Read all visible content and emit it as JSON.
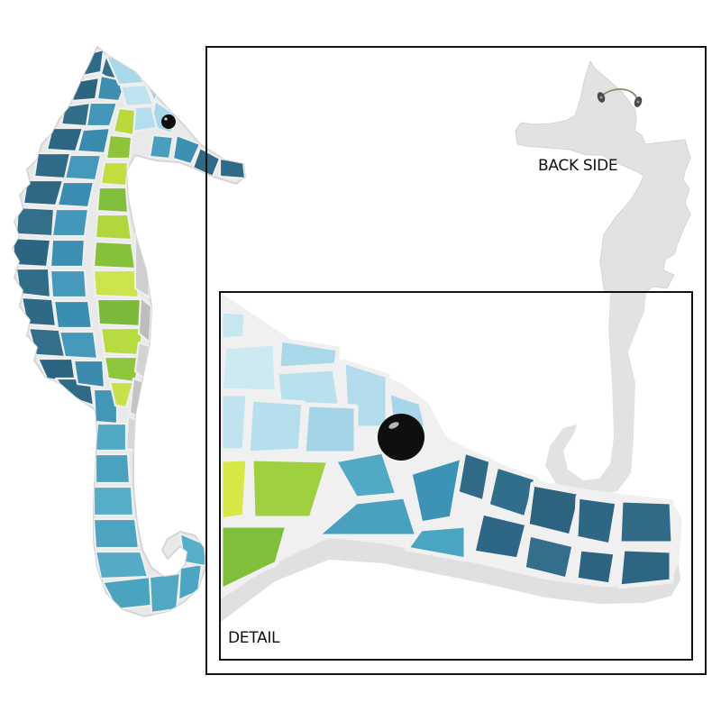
{
  "product": {
    "subject": "Mosaic seahorse wall decor",
    "views": {
      "front": {
        "name": "front-view"
      },
      "back": {
        "label": "BACK SIDE"
      },
      "detail": {
        "label": "DETAIL"
      }
    }
  },
  "colors": {
    "grout": "#eeeeee",
    "dark_teal": "#2f6a86",
    "mid_teal": "#3f94b6",
    "turquoise": "#52a9c4",
    "light_blue": "#a9d8e8",
    "pale_blue": "#c6e6f0",
    "lime": "#b7d93a",
    "green": "#7fbf3a",
    "yellow_green": "#d7e846",
    "gray_marble": "#c9c9c9",
    "eye": "#0d0d0d",
    "back_panel": "#e2e2e2",
    "frame_line": "#111111"
  }
}
